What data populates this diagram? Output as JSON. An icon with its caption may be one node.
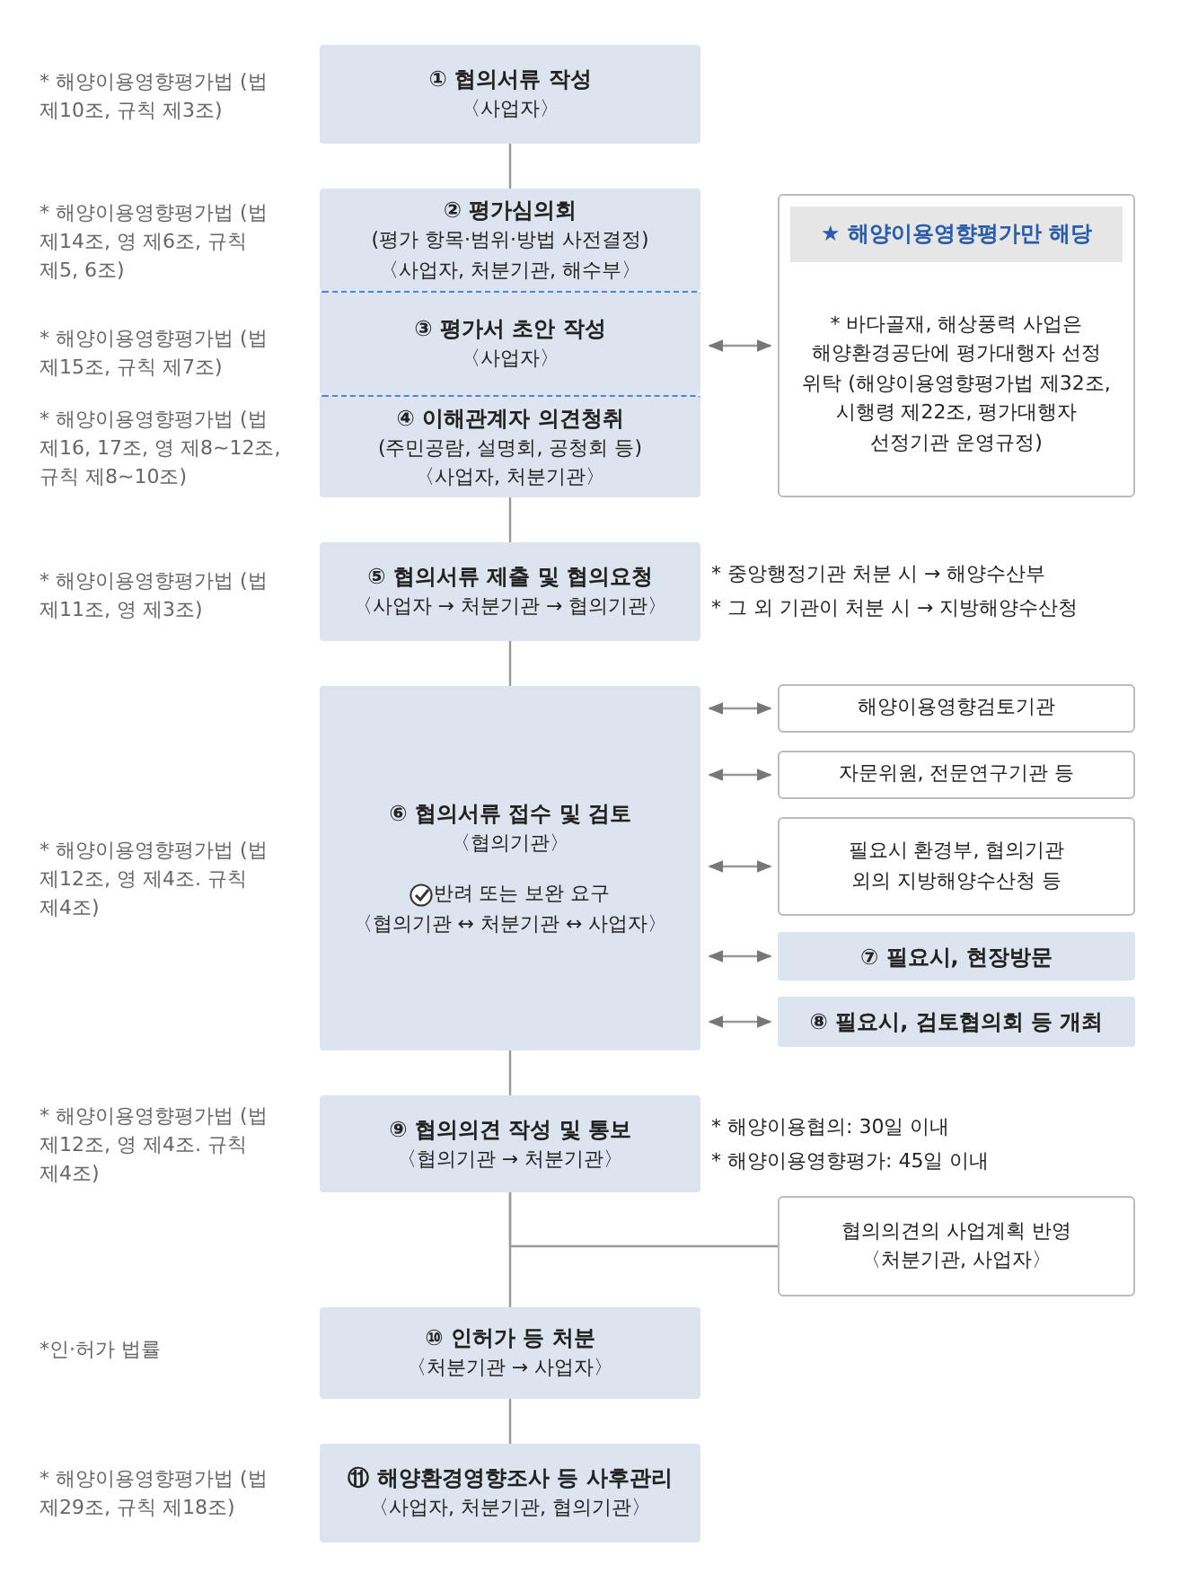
{
  "diagram": {
    "nodes": [
      {
        "text": [
          "① 협의서류 작성",
          "〈사업자〉"
        ]
      },
      {
        "text": [
          "② 평가심의회",
          "(평가 항목·범위·방법 사전결정)",
          "〈사업자, 처분기관, 해수부〉"
        ]
      },
      {
        "text": [
          "③ 평가서 초안 작성",
          "〈사업자〉"
        ]
      },
      {
        "text": [
          "④ 이해관계자 의견청취",
          "(주민공람, 설명회, 공청회 등)",
          "〈사업자, 처분기관〉"
        ]
      },
      {
        "text": [
          "★ 해양이용영향평가만 해당",
          "* 바다골재, 해상풍력 사업은 해양환경공단에 평가대행자 선정 위탁 (해양이용영향평가법 제32조, 시행령 제22조, 평가대행자 선정기관 운영규정)"
        ]
      },
      {
        "text": [
          "⑤ 협의서류 제출 및 협의요청",
          "〈사업자 → 처분기관 → 협의기관〉"
        ],
        "beside": [
          "* 중앙행정기관 처분 시 → 해양수산부",
          "* 그 외 기관이 처분 시 → 지방해양수산청"
        ]
      },
      {
        "text": [
          "⑥ 협의서류 접수 및 검토",
          "〈협의기관〉",
          "반려 또는 보완 요구",
          "〈협의기관 ↔ 처분기관 ↔ 사업자〉"
        ]
      },
      {
        "text": [
          "해양이용영향검토기관"
        ]
      },
      {
        "text": [
          "자문위원, 전문연구기관 등"
        ]
      },
      {
        "text": [
          "필요시 환경부, 협의기관 외의 지방해양수산청 등"
        ]
      },
      {
        "text": [
          "⑦ 필요시, 현장방문"
        ]
      },
      {
        "text": [
          "⑧ 필요시, 검토협의회 등 개최"
        ]
      },
      {
        "text": [
          "⑨ 협의의견 작성 및 통보",
          "〈협의기관 → 처분기관〉"
        ],
        "beside": [
          "* 해양이용협의: 30일 이내",
          "* 해양이용영향평가: 45일 이내"
        ]
      },
      {
        "text": [
          "협의의견의 사업계획 반영",
          "〈처분기관, 사업자〉"
        ]
      },
      {
        "text": [
          "⑩ 인허가 등 처분",
          "〈처분기관 → 사업자〉"
        ]
      },
      {
        "text": [
          "⑪ 해양환경영향조사 등 사후관리",
          "〈사업자, 처분기관, 협의기관〉"
        ]
      }
    ],
    "edges": [
      {
        "from": 0,
        "to": 1,
        "arrow": "none"
      },
      {
        "from": 2,
        "to": 4,
        "arrow": "both"
      },
      {
        "from": 3,
        "to": 5,
        "arrow": "none"
      },
      {
        "from": 5,
        "to": 6,
        "arrow": "none"
      },
      {
        "from": 6,
        "to": 7,
        "arrow": "both"
      },
      {
        "from": 6,
        "to": 8,
        "arrow": "both"
      },
      {
        "from": 6,
        "to": 9,
        "arrow": "both"
      },
      {
        "from": 6,
        "to": 10,
        "arrow": "both"
      },
      {
        "from": 6,
        "to": 11,
        "arrow": "both"
      },
      {
        "from": 6,
        "to": 12,
        "arrow": "none"
      },
      {
        "from": 12,
        "to": 13,
        "arrow": "none"
      },
      {
        "from": 12,
        "to": 14,
        "arrow": "none"
      },
      {
        "from": 14,
        "to": 15,
        "arrow": "none"
      }
    ],
    "labels": [
      "* 해양이용영향평가법 (법 제10조, 규칙 제3조)",
      "* 해양이용영향평가법 (법 제14조, 영 제6조, 규칙 제5, 6조)",
      "* 해양이용영향평가법 (법 제15조, 규칙 제7조)",
      "* 해양이용영향평가법 (법 제16, 17조, 영 제8~12조, 규칙 제8~10조)",
      "* 해양이용영향평가법 (법 제11조, 영 제3조)",
      "* 해양이용영향평가법 (법 제12조, 영 제4조. 규칙 제4조)",
      "* 해양이용영향평가법 (법 제12조, 영 제4조. 규칙 제4조)",
      "*인·허가 법률",
      "* 해양이용영향평가법 (법 제29조, 규칙 제18조)"
    ]
  }
}
